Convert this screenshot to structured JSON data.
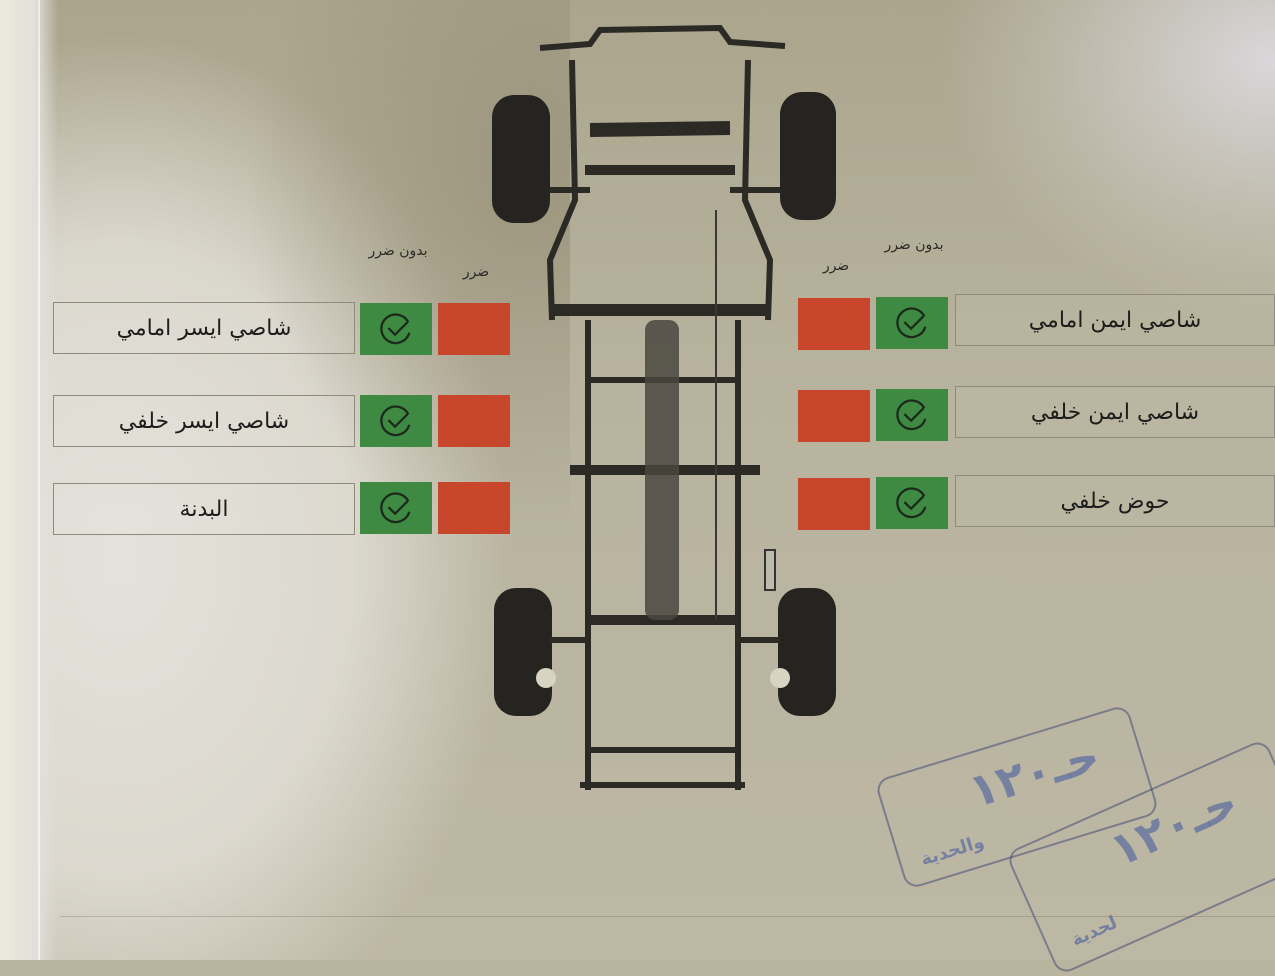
{
  "document": {
    "type": "vehicle-chassis-inspection-form",
    "colors": {
      "no_damage_green": "#3f8a43",
      "damage_red": "#c8462b",
      "paper": "#bdb8a4",
      "text": "#1d1d1b",
      "stamp_blue": "#5064a0"
    }
  },
  "column_headers": {
    "left": {
      "no_damage": "بدون ضرر",
      "damage": "ضرر"
    },
    "right": {
      "damage": "ضرر",
      "no_damage": "بدون ضرر"
    }
  },
  "left_items": [
    {
      "label": "شاصي ايسر امامي",
      "status": "no_damage",
      "status_icon": "check-circle-icon"
    },
    {
      "label": "شاصي ايسر خلفي",
      "status": "no_damage",
      "status_icon": "check-circle-icon"
    },
    {
      "label": "البدنة",
      "status": "no_damage",
      "status_icon": "check-circle-icon"
    }
  ],
  "right_items": [
    {
      "label": "شاصي ايمن امامي",
      "status": "no_damage",
      "status_icon": "check-circle-icon"
    },
    {
      "label": "شاصي ايمن خلفي",
      "status": "no_damage",
      "status_icon": "check-circle-icon"
    },
    {
      "label": "حوض خلفي",
      "status": "no_damage",
      "status_icon": "check-circle-icon"
    }
  ],
  "diagram": {
    "name": "vehicle-chassis-top-view"
  },
  "stamps": [
    {
      "big_text": "حـ١٢٠",
      "small_text": "والحدية"
    },
    {
      "big_text": "حـ١٢٠",
      "small_text": "لحدية"
    }
  ]
}
